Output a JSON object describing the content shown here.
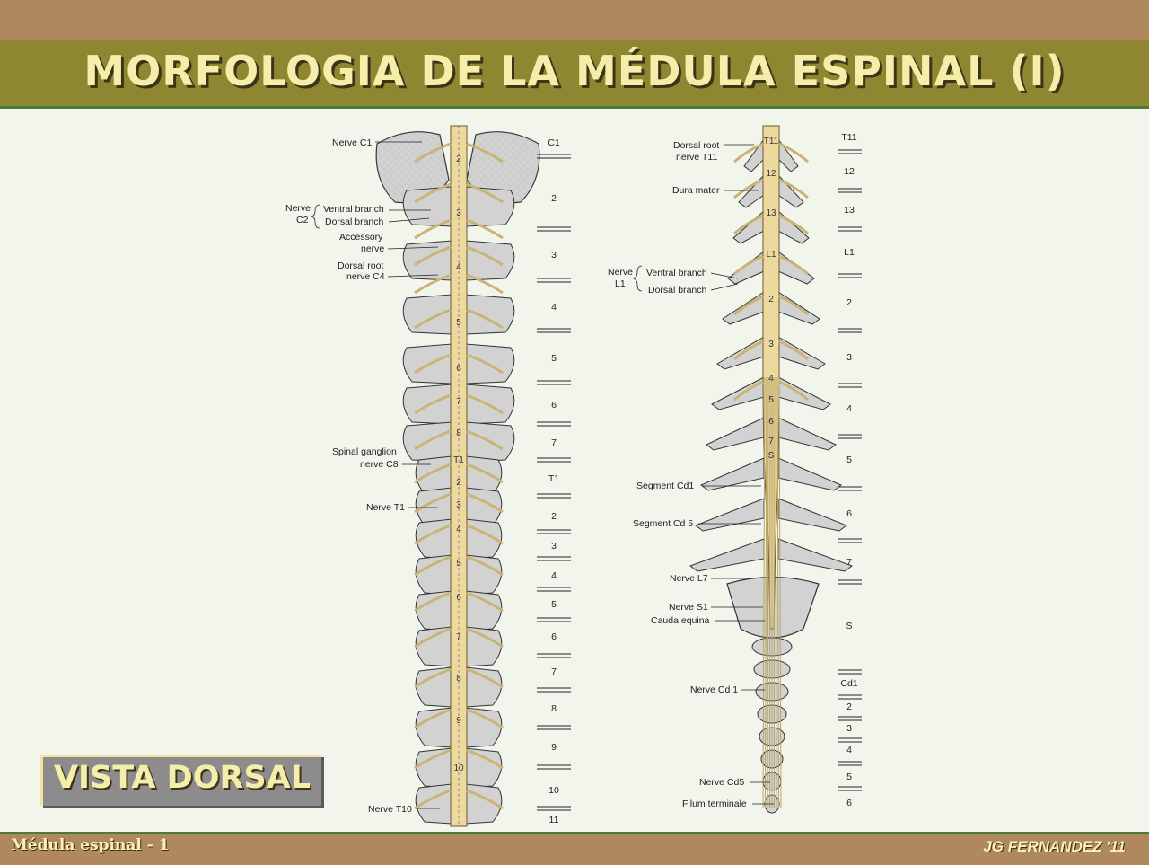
{
  "slide": {
    "title": "MORFOLOGIA DE LA MÉDULA ESPINAL (I)",
    "view_label": "VISTA DORSAL",
    "footer_left": "Médula espinal - 1",
    "footer_right": "JG FERNANDEZ '11"
  },
  "colors": {
    "title_band": "#8f8632",
    "border_band": "#b08860",
    "title_text": "#f4eeaa",
    "accent_line": "#4d7a37",
    "cord": "#ecd9a0",
    "bone": "#d2d2d2"
  },
  "figure_left": {
    "labels": {
      "nerve_c1": "Nerve C1",
      "nerve": "Nerve",
      "c2": "C2",
      "ventral_branch": "Ventral branch",
      "dorsal_branch": "Dorsal branch",
      "accessory": "Accessory",
      "nerve_word": "nerve",
      "dorsal_root": "Dorsal root",
      "nerve_c4": "nerve C4",
      "spinal_ganglion": "Spinal ganglion",
      "nerve_c8": "nerve C8",
      "nerve_t1": "Nerve T1",
      "nerve_t10": "Nerve T10"
    },
    "segments": [
      "C1",
      "2",
      "3",
      "4",
      "5",
      "6",
      "7",
      "T1",
      "2",
      "3",
      "4",
      "5",
      "6",
      "7",
      "8",
      "9",
      "10",
      "11"
    ],
    "cord_numbers": [
      "2",
      "3",
      "4",
      "5",
      "6",
      "7",
      "8",
      "T1",
      "2",
      "3",
      "4",
      "5",
      "6",
      "7",
      "8",
      "9",
      "10"
    ]
  },
  "figure_right": {
    "labels": {
      "dorsal_root": "Dorsal root",
      "nerve_t11": "nerve T11",
      "dura_mater": "Dura mater",
      "nerve": "Nerve",
      "l1": "L1",
      "ventral_branch": "Ventral branch",
      "dorsal_branch": "Dorsal branch",
      "segment_cd1": "Segment Cd1",
      "segment_cd5": "Segment Cd 5",
      "nerve_l7": "Nerve L7",
      "nerve_s1": "Nerve S1",
      "cauda_equina": "Cauda equina",
      "nerve_cd1": "Nerve Cd 1",
      "nerve_cd5": "Nerve Cd5",
      "filum_terminale": "Filum terminale"
    },
    "segments": [
      "T11",
      "12",
      "13",
      "L1",
      "2",
      "3",
      "4",
      "5",
      "6",
      "7",
      "S",
      "Cd1",
      "2",
      "3",
      "4",
      "5",
      "6"
    ],
    "cord_numbers": [
      "T11",
      "12",
      "13",
      "L1",
      "2",
      "3",
      "4",
      "5",
      "6",
      "7",
      "S"
    ]
  }
}
